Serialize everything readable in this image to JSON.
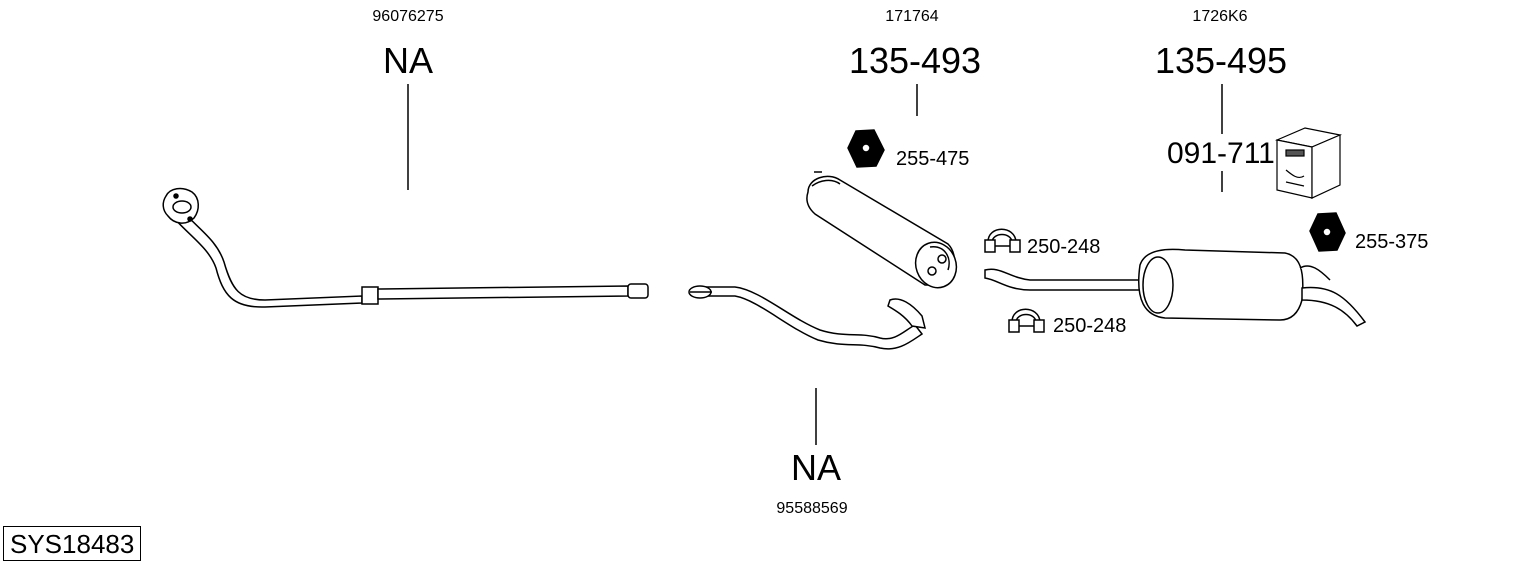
{
  "system_code": "SYS18483",
  "parts": [
    {
      "id": "front-pipe",
      "oe_number": "96076275",
      "part_number": "NA"
    },
    {
      "id": "middle-pipe",
      "oe_number": "95588569",
      "part_number": "NA"
    },
    {
      "id": "center-silencer",
      "oe_number": "171764",
      "part_number": "135-493"
    },
    {
      "id": "rear-silencer",
      "oe_number": "1726K6",
      "part_number": "135-495"
    }
  ],
  "fittings": [
    {
      "id": "gasket-center",
      "part_number": "255-475"
    },
    {
      "id": "clamp-upper",
      "part_number": "250-248"
    },
    {
      "id": "clamp-lower",
      "part_number": "250-248"
    },
    {
      "id": "gasket-rear",
      "part_number": "255-375"
    },
    {
      "id": "mounting-kit",
      "part_number": "091-711"
    }
  ]
}
